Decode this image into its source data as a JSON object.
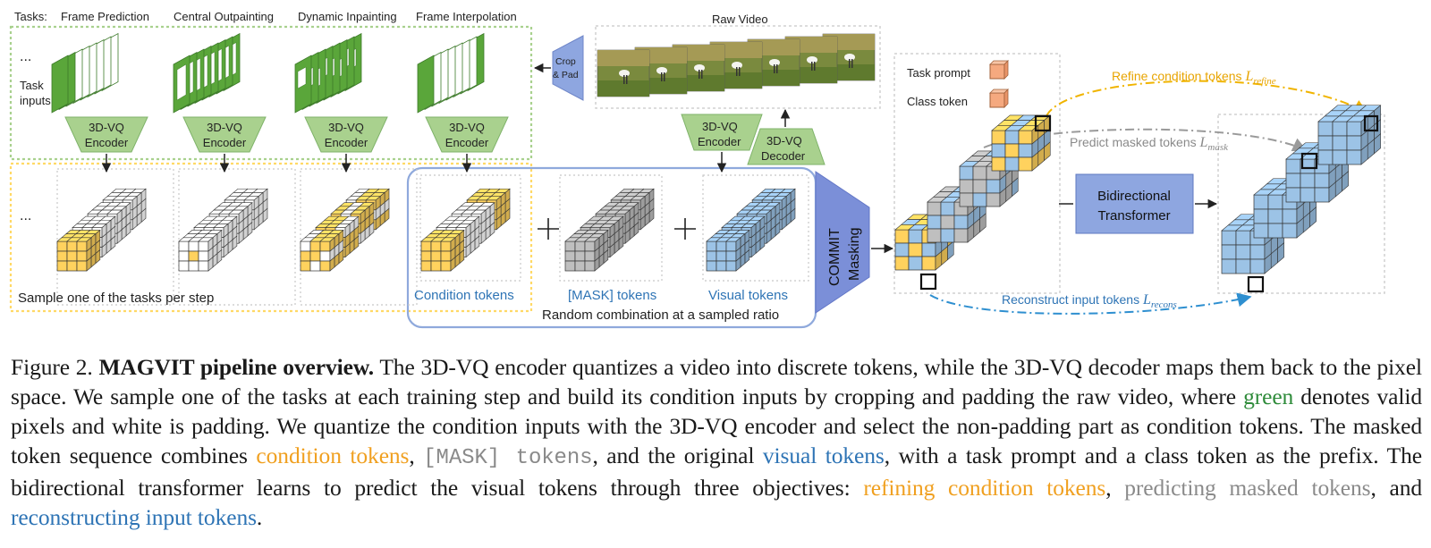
{
  "figure": {
    "tasks_prefix": "Tasks:",
    "tasks": [
      "Frame Prediction",
      "Central Outpainting",
      "Dynamic Inpainting",
      "Frame Interpolation"
    ],
    "ellipsis": "...",
    "task_inputs": [
      "Task",
      "inputs"
    ],
    "encoder_label": [
      "3D-VQ",
      "Encoder"
    ],
    "decoder_label": [
      "3D-VQ",
      "Decoder"
    ],
    "raw_video": "Raw Video",
    "crop_pad": [
      "Crop",
      "& Pad"
    ],
    "sample_tasks": "Sample one of the tasks per step",
    "condition_tokens": "Condition tokens",
    "mask_tokens": "[MASK] tokens",
    "visual_tokens": "Visual tokens",
    "random_combination": "Random combination at a sampled ratio",
    "commit_masking": [
      "COMMIT",
      "Masking"
    ],
    "task_prompt": "Task prompt",
    "class_token": "Class token",
    "refine_label": "Refine condition tokens ",
    "refine_sub": "refine",
    "predict_label": "Predict masked tokens ",
    "predict_sub": "mask",
    "reconstruct_label": "Reconstruct input tokens ",
    "reconstruct_sub": "recons",
    "loss_symbol": "L",
    "transformer_label": [
      "Bidirectional",
      "Transformer"
    ],
    "colors": {
      "green": "#5aa63a",
      "yellow": "#ffd25e",
      "blue": "#9cc3e6",
      "gray": "#bfbfbf",
      "orange": "#f5a97f",
      "encoder_fill": "#a9d18e",
      "masking_fill": "#7b8fd8",
      "transformer_fill": "#8ea6e0"
    }
  },
  "caption": {
    "figure_num": "Figure 2. ",
    "bold_title": "MAGVIT pipeline overview.",
    "t1": " The 3D-VQ encoder quantizes a video into discrete tokens, while the 3D-VQ decoder maps them back to the pixel space. We sample one of the tasks at each training step and build its condition inputs by cropping and padding the raw video, where ",
    "green_word": "green",
    "t2": " denotes valid pixels and white is padding. We quantize the condition inputs with the 3D-VQ encoder and select the non-padding part as condition tokens. The masked token sequence combines ",
    "condition_tokens": "condition tokens",
    "comma1": ", ",
    "mask_tokens": "[MASK] tokens",
    "t3": ", and the original ",
    "visual_tokens": "visual tokens",
    "t4": ", with a task prompt and a class token as the prefix. The bidirectional transformer learns to predict the visual tokens through three objectives: ",
    "refining": "refining condition tokens",
    "comma2": ", ",
    "predicting": "predicting masked tokens",
    "t5": ", and ",
    "reconstructing": "reconstructing input tokens",
    "t6": "."
  }
}
